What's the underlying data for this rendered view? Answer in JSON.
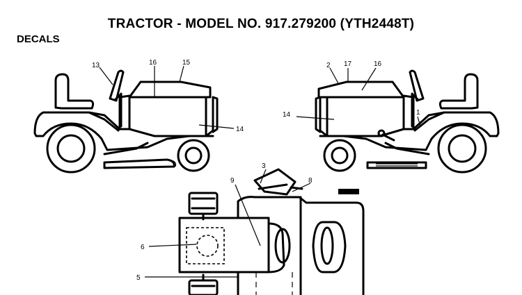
{
  "title": "TRACTOR - MODEL NO. 917.279200 (YTH2448T)",
  "section_label": "DECALS",
  "callouts": {
    "left_view": {
      "c13": "13",
      "c16": "16",
      "c15": "15",
      "c14": "14"
    },
    "right_view": {
      "c2": "2",
      "c17": "17",
      "c16": "16",
      "c14": "14",
      "c1": "1"
    },
    "top_view": {
      "c3": "3",
      "c8": "8",
      "c9": "9",
      "c6": "6",
      "c5": "5"
    }
  }
}
